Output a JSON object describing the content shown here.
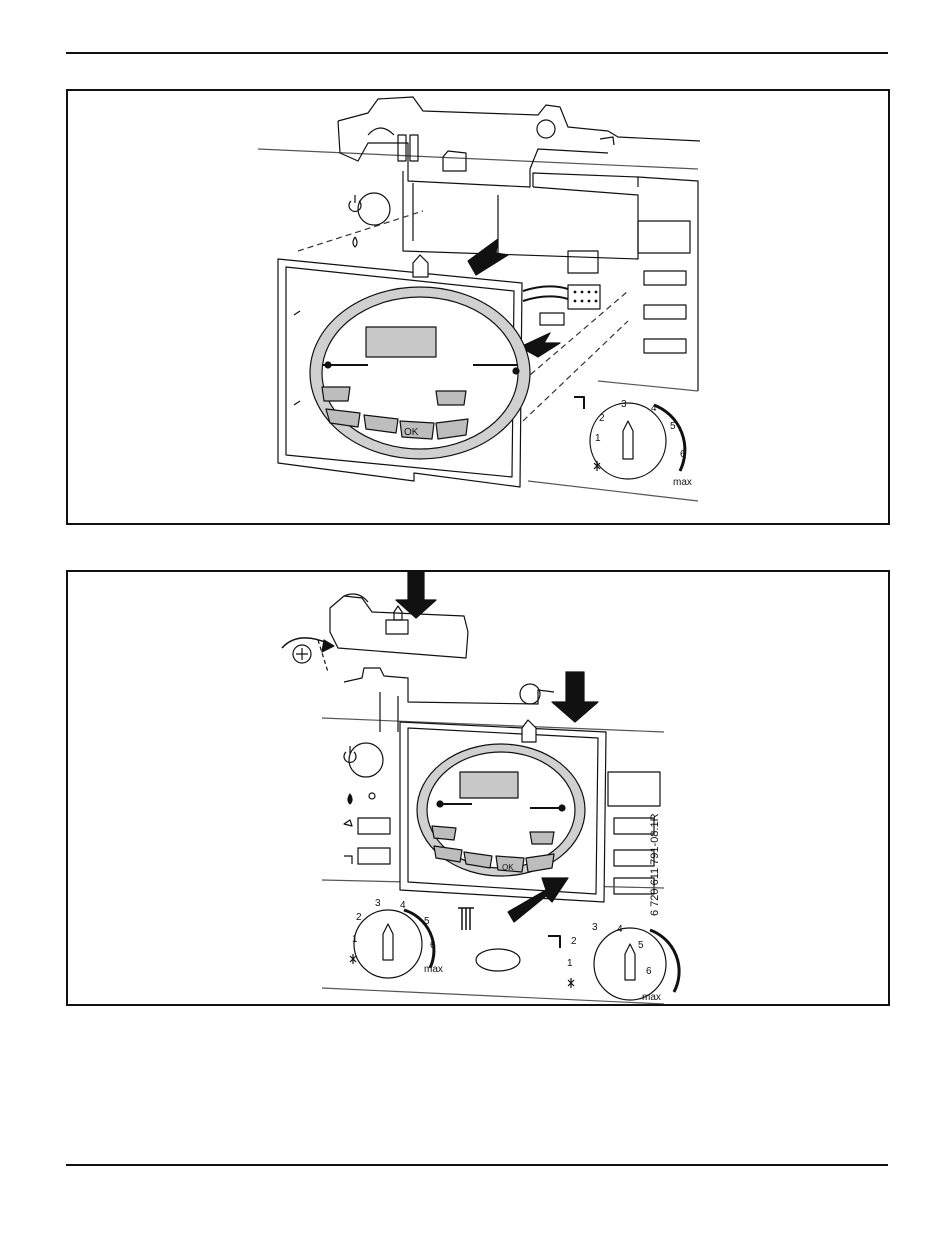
{
  "document": {
    "figures": [
      {
        "name": "figure-top-insert-module",
        "dial_scale": [
          "1",
          "2",
          "3",
          "4",
          "5",
          "6",
          "max"
        ],
        "button_labels": {
          "ok": "OK"
        }
      },
      {
        "name": "figure-bottom-secure-module",
        "left_dial_scale": [
          "1",
          "2",
          "3",
          "4",
          "5",
          "6",
          "max"
        ],
        "right_dial_scale": [
          "1",
          "2",
          "3",
          "4",
          "5",
          "6",
          "max"
        ],
        "button_labels": {
          "ok": "OK"
        },
        "drawing_code": "6 720 611 791-08.1R"
      }
    ]
  }
}
